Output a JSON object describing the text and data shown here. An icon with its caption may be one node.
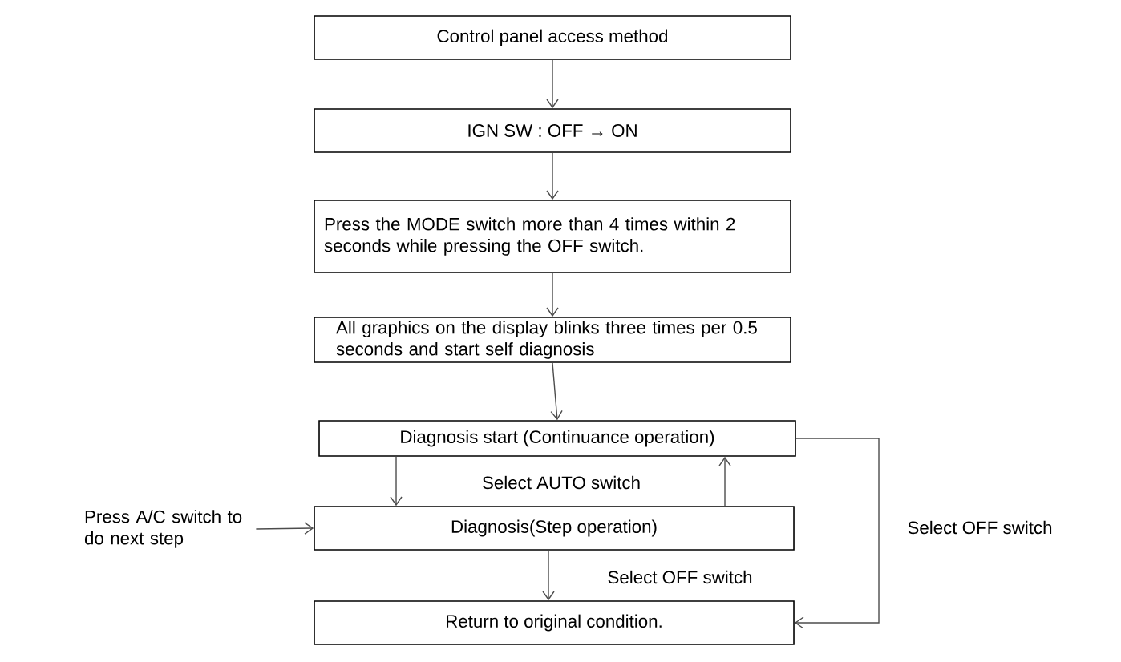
{
  "diagram": {
    "nodes": [
      {
        "text": [
          "Control panel access method"
        ]
      },
      {
        "text": [
          "IGN SW : OFF → ON"
        ]
      },
      {
        "text": [
          "Press the MODE switch more than 4 times within 2 seconds while pressing the OFF switch."
        ]
      },
      {
        "text": [
          "All graphics on the display blinks three times per 0.5 seconds and start self diagnosis"
        ]
      },
      {
        "text": [
          "Diagnosis start (Continuance operation)"
        ]
      },
      {
        "text": [
          "Diagnosis(Step operation)"
        ]
      },
      {
        "text": [
          "Return to original condition."
        ]
      },
      {
        "text": [
          "Press A/C switch to do next step"
        ]
      }
    ],
    "edges": [
      {
        "from": 0,
        "to": 1,
        "arrow": "to"
      },
      {
        "from": 1,
        "to": 2,
        "arrow": "to"
      },
      {
        "from": 2,
        "to": 3,
        "arrow": "to"
      },
      {
        "from": 3,
        "to": 4,
        "arrow": "to"
      },
      {
        "from": 4,
        "to": 5,
        "arrow": "to"
      },
      {
        "from": 5,
        "to": 4,
        "arrow": "to",
        "label": "Select AUTO switch"
      },
      {
        "from": 5,
        "to": 6,
        "arrow": "to",
        "label": "Select OFF switch"
      },
      {
        "from": 4,
        "to": 6,
        "arrow": "to",
        "label": "Select OFF switch"
      },
      {
        "from": 7,
        "to": 5,
        "arrow": "to"
      }
    ]
  }
}
